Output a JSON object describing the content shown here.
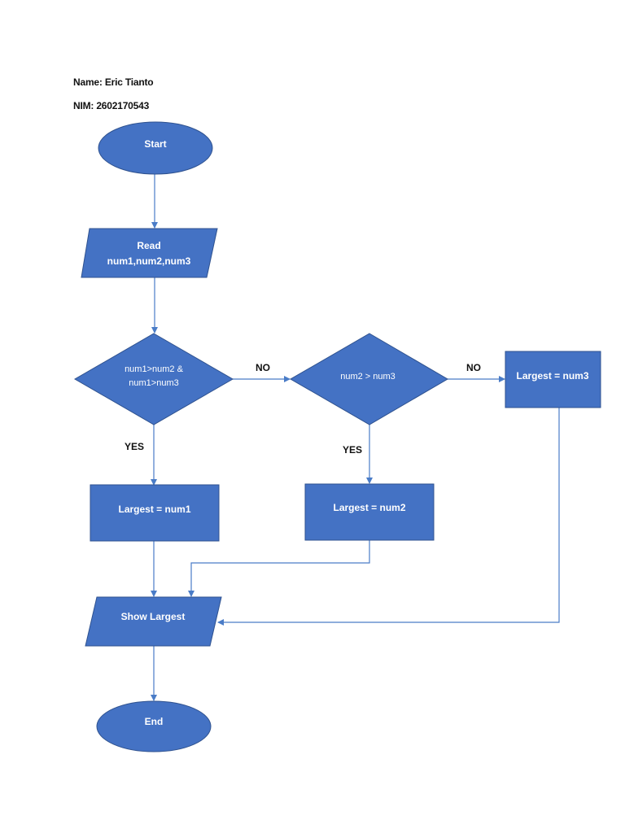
{
  "header": {
    "name": "Name: Eric Tianto",
    "nim": "NIM: 2602170543"
  },
  "colors": {
    "node_fill": "#4472c4",
    "node_stroke": "#2f528f",
    "connector": "#4a7cc7"
  },
  "nodes": {
    "start": "Start",
    "read_line1": "Read",
    "read_line2": "num1,num2,num3",
    "cond1_line1": "num1>num2 &",
    "cond1_line2": "num1>num3",
    "cond2": "num2 > num3",
    "largest_num1": "Largest = num1",
    "largest_num2": "Largest = num2",
    "largest_num3": "Largest = num3",
    "show": "Show Largest",
    "end": "End"
  },
  "edge_labels": {
    "cond1_no": "NO",
    "cond2_no": "NO",
    "cond1_yes": "YES",
    "cond2_yes": "YES"
  }
}
